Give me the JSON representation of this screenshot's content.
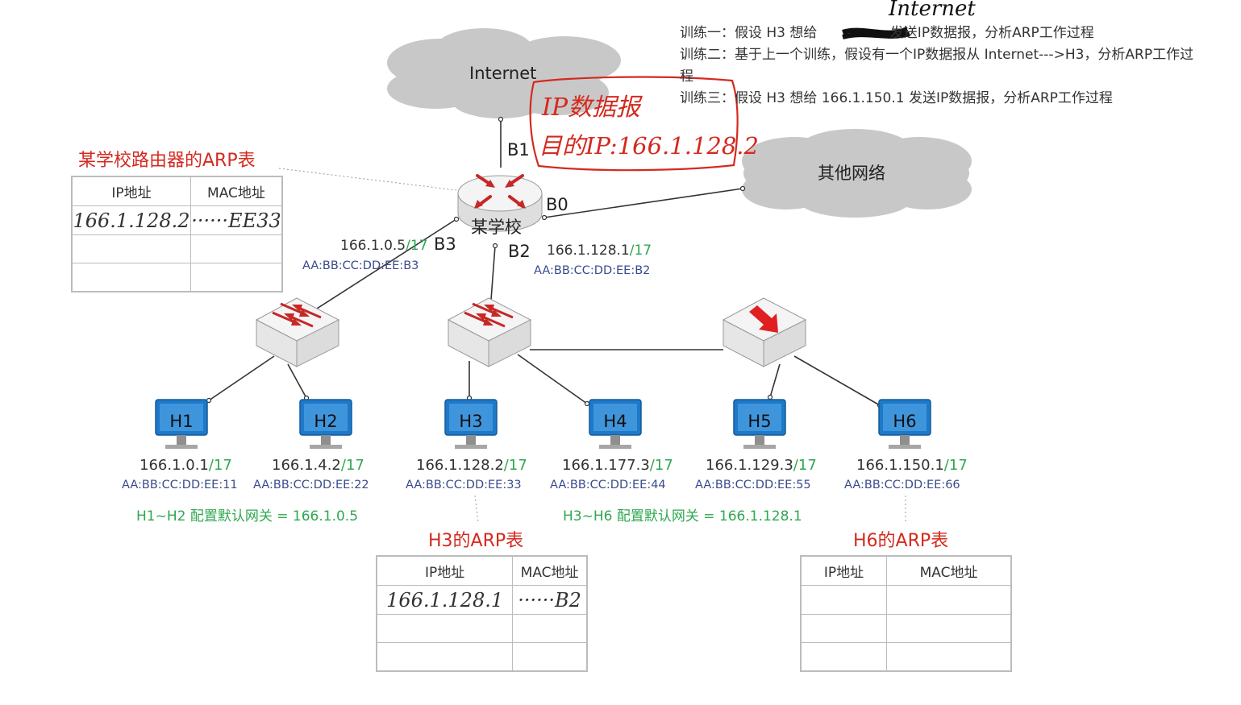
{
  "tasks": {
    "task1_prefix": "训练一：假设 H3 想给 ",
    "task1_suffix": "发送IP数据报，分析ARP工作过程",
    "task1_annotation": "Internet",
    "task2": "训练二：基于上一个训练，假设有一个IP数据报从 Internet--->H3，分析ARP工作过程",
    "task3": "训练三：假设 H3 想给 166.1.150.1 发送IP数据报，分析ARP工作过程"
  },
  "clouds": {
    "internet": "Internet",
    "other": "其他网络"
  },
  "router": {
    "label": "某学校",
    "ports": {
      "b0": "B0",
      "b1": "B1",
      "b2": "B2",
      "b3": "B3"
    },
    "b3_ip": "166.1.0.5",
    "b3_mask": "/17",
    "b3_mac": "AA:BB:CC:DD:EE:B3",
    "b2_ip": "166.1.128.1",
    "b2_mask": "/17",
    "b2_mac": "AA:BB:CC:DD:EE:B2"
  },
  "handwritten_note": {
    "line1": "IP数据报",
    "line2": "目的IP:166.1.128.2"
  },
  "router_arp_table": {
    "title": "某学校路由器的ARP表",
    "headers": [
      "IP地址",
      "MAC地址"
    ],
    "rows": [
      [
        "166.1.128.2",
        "······EE33"
      ],
      [
        "",
        ""
      ],
      [
        "",
        ""
      ]
    ]
  },
  "hosts": [
    {
      "name": "H1",
      "ip": "166.1.0.1",
      "mask": "/17",
      "mac": "AA:BB:CC:DD:EE:11"
    },
    {
      "name": "H2",
      "ip": "166.1.4.2",
      "mask": "/17",
      "mac": "AA:BB:CC:DD:EE:22"
    },
    {
      "name": "H3",
      "ip": "166.1.128.2",
      "mask": "/17",
      "mac": "AA:BB:CC:DD:EE:33"
    },
    {
      "name": "H4",
      "ip": "166.1.177.3",
      "mask": "/17",
      "mac": "AA:BB:CC:DD:EE:44"
    },
    {
      "name": "H5",
      "ip": "166.1.129.3",
      "mask": "/17",
      "mac": "AA:BB:CC:DD:EE:55"
    },
    {
      "name": "H6",
      "ip": "166.1.150.1",
      "mask": "/17",
      "mac": "AA:BB:CC:DD:EE:66"
    }
  ],
  "gateways": {
    "h1_h2": "H1~H2 配置默认网关 = 166.1.0.5",
    "h3_h6": "H3~H6 配置默认网关 = 166.1.128.1"
  },
  "h3_arp_table": {
    "title": "H3的ARP表",
    "headers": [
      "IP地址",
      "MAC地址"
    ],
    "rows": [
      [
        "166.1.128.1",
        "······B2"
      ],
      [
        "",
        ""
      ],
      [
        "",
        ""
      ]
    ]
  },
  "h6_arp_table": {
    "title": "H6的ARP表",
    "headers": [
      "IP地址",
      "MAC地址"
    ],
    "rows": [
      [
        "",
        ""
      ],
      [
        "",
        ""
      ],
      [
        "",
        ""
      ]
    ]
  },
  "colors": {
    "accent_red": "#d42a1f",
    "mask_green": "#2fa84f",
    "mac_blue": "#3a4b8c",
    "cloud_gray": "#c8c8c8",
    "monitor_blue": "#1e79c9"
  }
}
